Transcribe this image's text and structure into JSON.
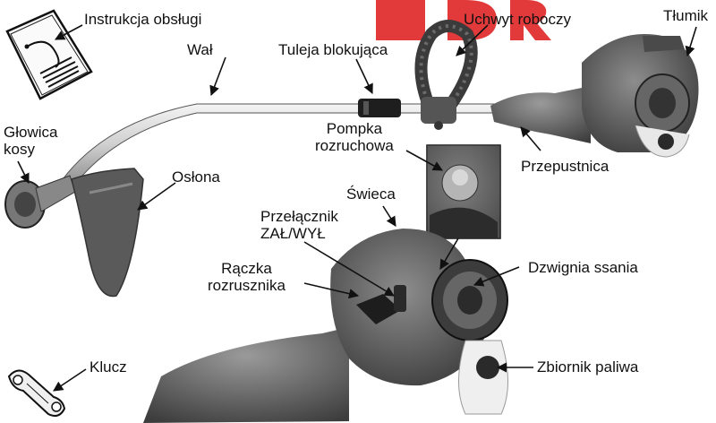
{
  "labels": {
    "instrukcja": "Instrukcja obsługi",
    "wal": "Wał",
    "tuleja": "Tuleja blokująca",
    "uchwyt": "Uchwyt roboczy",
    "tlumik": "Tłumik",
    "glowica_1": "Głowica",
    "glowica_2": "kosy",
    "oslona": "Osłona",
    "pompka_1": "Pompka",
    "pompka_2": "rozruchowa",
    "przepustnica": "Przepustnica",
    "swieca": "Świeca",
    "przelacznik_1": "Przełącznik",
    "przelacznik_2": "ZAŁ/WYŁ",
    "raczka_1": "Rączka",
    "raczka_2": "rozrusznika",
    "dzwignia": "Dzwignia ssania",
    "klucz": "Klucz",
    "zbiornik": "Zbiornik paliwa"
  },
  "watermark": "DR"
}
